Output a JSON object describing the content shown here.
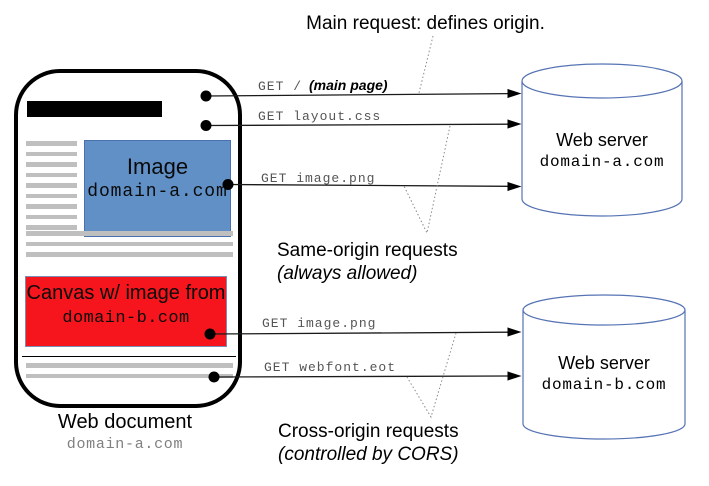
{
  "title": "Main request: defines origin.",
  "browser": {
    "image_box": {
      "label": "Image",
      "domain": "domain-a.com"
    },
    "canvas_box": {
      "label": "Canvas w/ image from",
      "domain": "domain-b.com"
    },
    "caption": {
      "label": "Web document",
      "domain": "domain-a.com"
    }
  },
  "requests": [
    {
      "method": "GET /",
      "note": "(main page)"
    },
    {
      "method": "GET layout.css"
    },
    {
      "method": "GET image.png"
    },
    {
      "method": "GET image.png"
    },
    {
      "method": "GET webfont.eot"
    }
  ],
  "annotations": {
    "same_origin": {
      "title": "Same-origin requests",
      "subtitle": "(always allowed)"
    },
    "cross_origin": {
      "title": "Cross-origin requests",
      "subtitle": "(controlled by CORS)"
    }
  },
  "servers": [
    {
      "name": "Web server",
      "domain": "domain-a.com"
    },
    {
      "name": "Web server",
      "domain": "domain-b.com"
    }
  ],
  "colors": {
    "image_box": "#6090c6",
    "canvas_box": "#f7151d",
    "placeholder_bar": "#bfbfbf",
    "cylinder_stroke": "#5673b4",
    "arrow": "#1a1a1a",
    "get_label": "#555555"
  }
}
